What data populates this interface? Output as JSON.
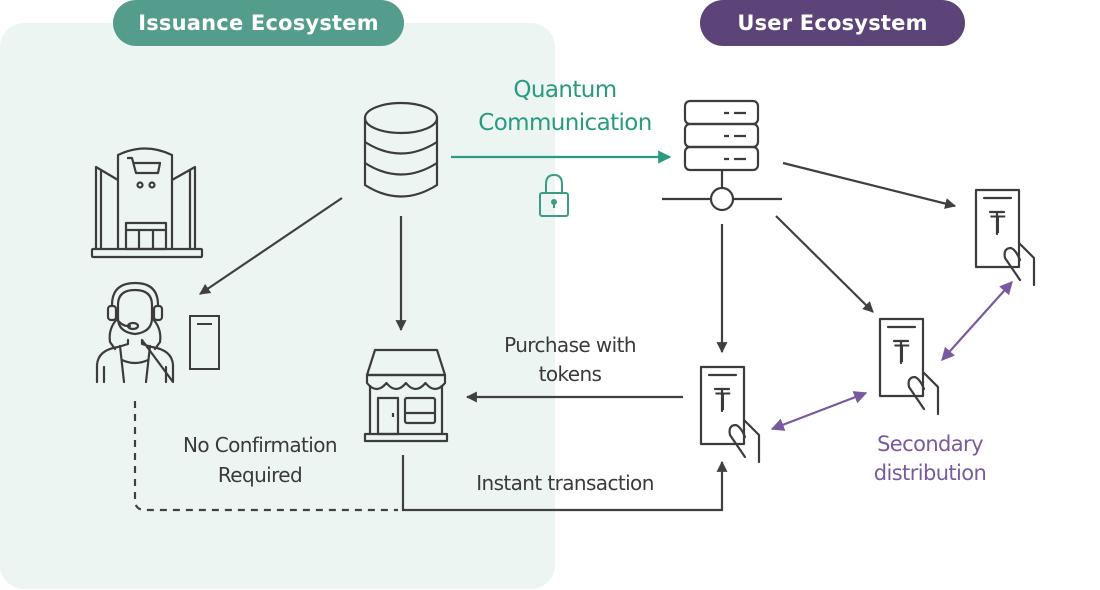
{
  "headers": {
    "issuance": "Issuance Ecosystem",
    "user": "User Ecosystem"
  },
  "labels": {
    "quantum_line1": "Quantum",
    "quantum_line2": "Communication",
    "purchase_line1": "Purchase with",
    "purchase_line2": "tokens",
    "no_confirm_line1": "No Confirmation",
    "no_confirm_line2": "Required",
    "instant": "Instant transaction",
    "secondary_line1": "Secondary",
    "secondary_line2": "distribution"
  },
  "token_glyph": "T",
  "colors": {
    "issuance_accent": "#549d8c",
    "user_accent": "#5c4478",
    "quantum_teal": "#279a80",
    "secondary_purple": "#7a5a9e",
    "icon_stroke": "#3c3c3c",
    "panel_bg": "#edf5f2"
  },
  "nodes": [
    {
      "id": "shopping-mall",
      "icon": "shopping-mall-icon"
    },
    {
      "id": "operator",
      "icon": "call-center-operator-icon"
    },
    {
      "id": "issuer-database",
      "icon": "database-icon"
    },
    {
      "id": "merchant-store",
      "icon": "store-icon"
    },
    {
      "id": "user-server",
      "icon": "server-icon"
    },
    {
      "id": "user-wallet-1",
      "icon": "hand-holding-phone-icon"
    },
    {
      "id": "user-wallet-2",
      "icon": "hand-holding-phone-icon"
    },
    {
      "id": "user-wallet-3",
      "icon": "hand-holding-phone-icon"
    }
  ]
}
